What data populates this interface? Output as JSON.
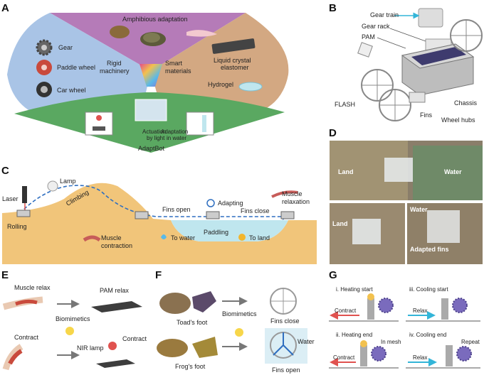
{
  "panels": {
    "A": {
      "letter": "A",
      "amphibious": "Amphibious adaptation",
      "rigid": "Rigid machinery",
      "rigid_line1": "Rigid",
      "rigid_line2": "machinery",
      "smart_line1": "Smart",
      "smart_line2": "materials",
      "gear": "Gear",
      "paddle_wheel": "Paddle wheel",
      "car_wheel": "Car wheel",
      "lce_line1": "Liquid crystal",
      "lce_line2": "elastomer",
      "hydrogel": "Hydrogel",
      "actuation_line1": "Actuation",
      "actuation_line2": "by light",
      "adaptation_line1": "Adaptation",
      "adaptation_line2": "in water",
      "adaptbot": "AdaptBot"
    },
    "B": {
      "letter": "B",
      "gear_train": "Gear train",
      "gear_rack": "Gear rack",
      "pam": "PAM",
      "flash": "FLASH",
      "fins": "Fins",
      "chassis": "Chassis",
      "wheel_hubs": "Wheel hubs"
    },
    "C": {
      "letter": "C",
      "laser": "Laser",
      "lamp": "Lamp",
      "climbing": "Climbing",
      "rolling": "Rolling",
      "fins_open": "Fins open",
      "adapting": "Adapting",
      "fins_close": "Fins close",
      "muscle_relaxation_line1": "Muscle",
      "muscle_relaxation_line2": "relaxation",
      "muscle_contraction_line1": "Muscle",
      "muscle_contraction_line2": "contraction",
      "paddling": "Paddling",
      "to_water": "To water",
      "to_land": "To land"
    },
    "D": {
      "letter": "D",
      "land_top": "Land",
      "water_top": "Water",
      "land_bottom": "Land",
      "water_bottom": "Water",
      "adapted_fins": "Adapted fins"
    },
    "E": {
      "letter": "E",
      "muscle_relax": "Muscle relax",
      "pam_relax": "PAM relax",
      "biomimetics": "Biomimetics",
      "contract_left": "Contract",
      "nir_lamp": "NIR lamp",
      "contract_right": "Contract"
    },
    "F": {
      "letter": "F",
      "toads_foot": "Toad's foot",
      "frogs_foot": "Frog's foot",
      "biomimetics": "Biomimetics",
      "fins_close": "Fins close",
      "water": "Water",
      "fins_open": "Fins open"
    },
    "G": {
      "letter": "G",
      "heating_start": "i. Heating start",
      "cooling_start": "iii. Cooling start",
      "heating_end": "ii. Heating end",
      "in_mesh": "In mesh",
      "cooling_end": "iv. Cooling end",
      "repeat": "Repeat",
      "contract_1": "Contract",
      "relax_1": "Relax",
      "contract_2": "Contract",
      "relax_2": "Relax"
    }
  },
  "colors": {
    "amphibious_purple": "#b57bb8",
    "rigid_blue": "#a9c4e6",
    "smart_tan": "#d3a882",
    "adaptbot_green": "#5aa861",
    "terrain_orange": "#f1c57a",
    "water_cyan": "#bfe6ee",
    "arrow_blue": "#2f6fc0",
    "contract_red": "#e0524f",
    "relax_cyan": "#33b5d8"
  }
}
